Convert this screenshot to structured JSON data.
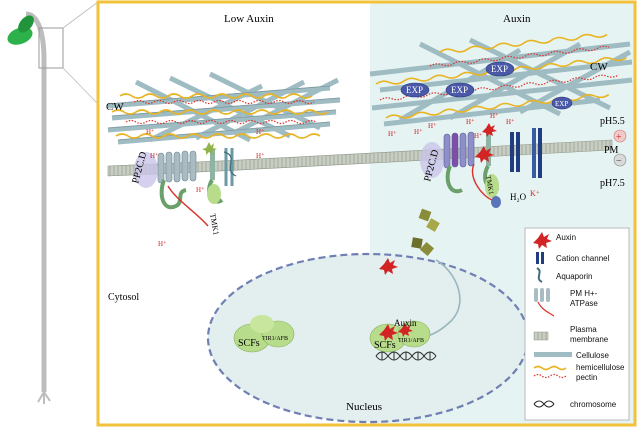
{
  "panels": {
    "left_title": "Low Auxin",
    "right_title": "Auxin"
  },
  "labels": {
    "cw_left": "CW",
    "cw_right": "CW",
    "pm": "PM",
    "ph_top": "pH5.5",
    "ph_bottom": "pH7.5",
    "plus": "+",
    "minus": "−",
    "cytosol": "Cytosol",
    "nucleus": "Nucleus",
    "exp": "EXP",
    "pp2cd_left": "PP2C.D",
    "pp2cd_right": "PP2C.D",
    "tmk1": "TMK1",
    "tmk1_right": "TMK1",
    "h2o": "H₂O",
    "k_plus": "K⁺",
    "h_plus": "H⁺",
    "scf_left": "SCFs",
    "scf_left_sup": "TIR1/AFB",
    "scf_right": "SCFs",
    "scf_right_sup": "TIR1/AFB",
    "auxin_nucleus": "Auxin"
  },
  "legend": {
    "items": [
      {
        "icon": "auxin-icon",
        "label": "Auxin"
      },
      {
        "icon": "cation-channel-icon",
        "label": "Cation channel"
      },
      {
        "icon": "aquaporin-icon",
        "label": "Aquaporin"
      },
      {
        "icon": "pm-atpase-icon",
        "label": "PM H+-\nATPase"
      },
      {
        "icon": "plasma-membrane-icon",
        "label": "Plasma\nmembrane"
      },
      {
        "icon": "cellulose-icon",
        "label": "Cellulose"
      },
      {
        "icon": "hemicellulose-pectin-icon",
        "label": "hemicellulose\npectin"
      },
      {
        "icon": "chromosome-icon",
        "label": "chromosome"
      }
    ]
  },
  "colors": {
    "frame": "#f2c23a",
    "right_panel_bg": "#e6f3f3",
    "cellulose": "#9fbcc3",
    "hemicellulose": "#e9b422",
    "pectin": "#d9322b",
    "membrane": "#b9c1b4",
    "nucleus_fill": "#e3eeee",
    "nucleus_border": "#6f7fb4",
    "auxin": "#d22424",
    "scf": "#b7dc8b",
    "seedling": "#2db14a"
  }
}
